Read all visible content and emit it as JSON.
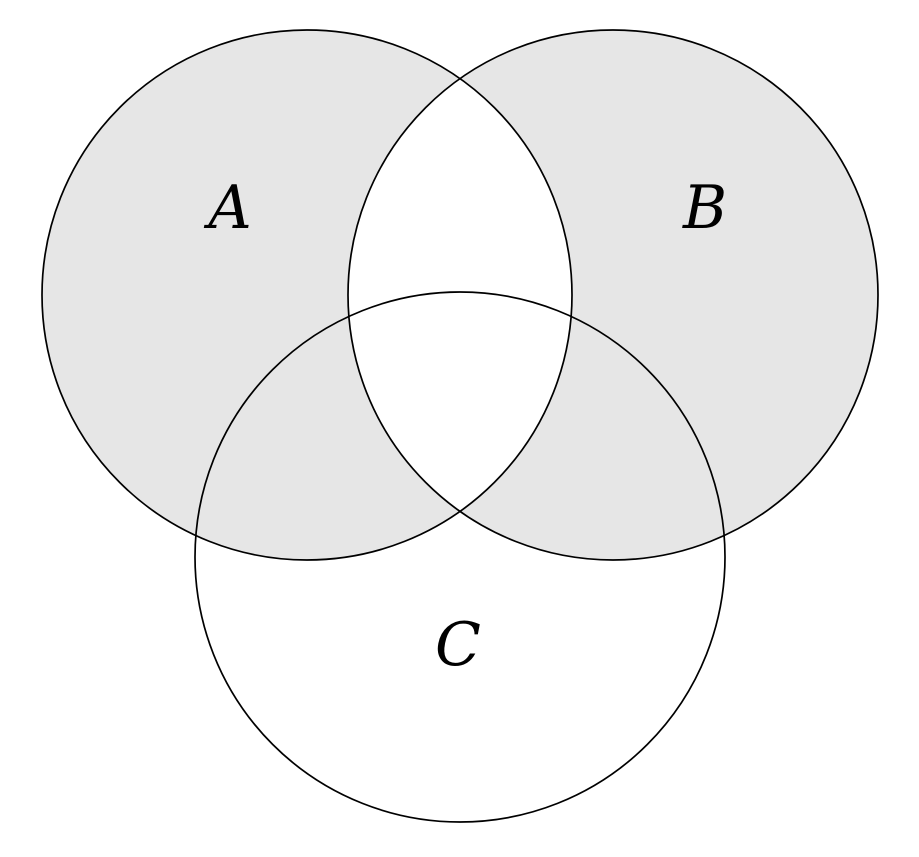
{
  "diagram": {
    "type": "venn-3-set",
    "shaded_region": "(A ∪ B) \\ (A ∩ B)",
    "sets": [
      {
        "label": "A"
      },
      {
        "label": "B"
      },
      {
        "label": "C"
      }
    ],
    "colors": {
      "shade": "#e6e6e6",
      "stroke": "#000000",
      "background": "#ffffff"
    }
  }
}
